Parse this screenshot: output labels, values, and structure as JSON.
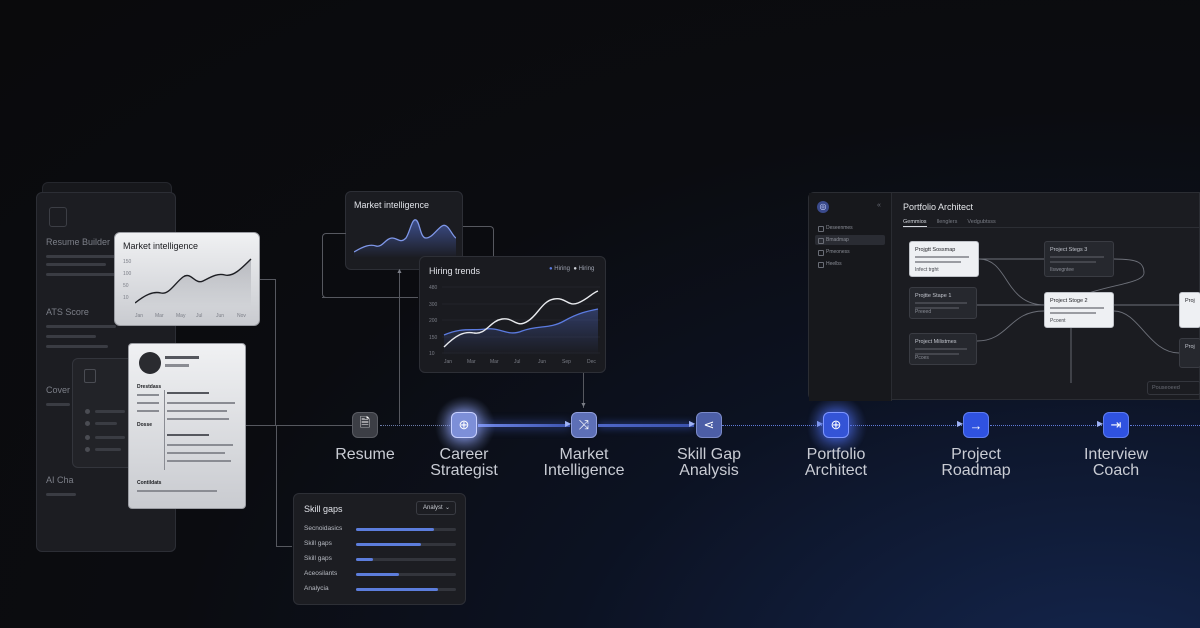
{
  "resume_builder_panel": {
    "title": "Resume Builder",
    "ats": "ATS Score",
    "cover": "Cover",
    "ai_chat": "AI Cha"
  },
  "market_card_light": {
    "title": "Market intelligence",
    "y_ticks": [
      "150",
      "100",
      "50",
      "10"
    ],
    "x_ticks": [
      "Jan",
      "Mar",
      "May",
      "Jul",
      "Jun",
      "Nov"
    ]
  },
  "resume_doc": {
    "section1": "Drestdass",
    "section2": "Dosse",
    "section3": "Contildats"
  },
  "market_card_dark": {
    "title": "Market intelligence"
  },
  "hiring_card": {
    "title": "Hiring trends",
    "legend": [
      "Hiring",
      "Hiring"
    ],
    "y_ticks": [
      "480",
      "300",
      "200",
      "150",
      "10"
    ],
    "x_ticks": [
      "Jan",
      "Mar",
      "Mar",
      "Jul",
      "Jun",
      "Sep",
      "Dec"
    ]
  },
  "skill_gaps_card": {
    "title": "Skill gaps",
    "dropdown": "Analyst",
    "rows": [
      {
        "label": "Secnoidasics",
        "value": 0.78
      },
      {
        "label": "Skill gaps",
        "value": 0.65
      },
      {
        "label": "Skill gaps",
        "value": 0.17
      },
      {
        "label": "Aceosilants",
        "value": 0.43
      },
      {
        "label": "Analycia",
        "value": 0.82
      }
    ]
  },
  "pipeline": [
    {
      "label1": "Resume",
      "label2": "",
      "icon": "document-icon"
    },
    {
      "label1": "Career",
      "label2": "Strategist",
      "icon": "globe-icon"
    },
    {
      "label1": "Market",
      "label2": "Intelligence",
      "icon": "shuffle-icon"
    },
    {
      "label1": "Skill Gap",
      "label2": "Analysis",
      "icon": "share-icon"
    },
    {
      "label1": "Portfolio",
      "label2": "Architect",
      "icon": "globe-icon"
    },
    {
      "label1": "Project",
      "label2": "Roadmap",
      "icon": "arrow-right-icon"
    },
    {
      "label1": "Interview",
      "label2": "Coach",
      "icon": "login-icon"
    }
  ],
  "portfolio_app": {
    "title": "Portfolio Architect",
    "collapse": "«",
    "tabs": [
      "Gemmios",
      "Ilenglers",
      "Vedgubtsss"
    ],
    "sidebar_items": [
      "Deseenmes",
      "Bmadmap",
      "Pmeoness",
      "Heelbs"
    ],
    "nodes": {
      "n1": {
        "title": "Projgtt Sossmap",
        "meta": "Infect trght"
      },
      "n2": {
        "title": "Project Stegs 3",
        "meta": "Ilswegntee"
      },
      "n3": {
        "title": "Projtte Stape 1",
        "meta": "Preeed"
      },
      "n4": {
        "title": "Project Stoge 2",
        "meta": "Pcoent"
      },
      "n5": {
        "title": "Project Milistmes",
        "meta": "Pcoes"
      },
      "n6": {
        "title": "Proj",
        "meta": ""
      },
      "n7": {
        "title": "Proj",
        "meta": ""
      }
    },
    "footer": "Pouseoeed"
  }
}
